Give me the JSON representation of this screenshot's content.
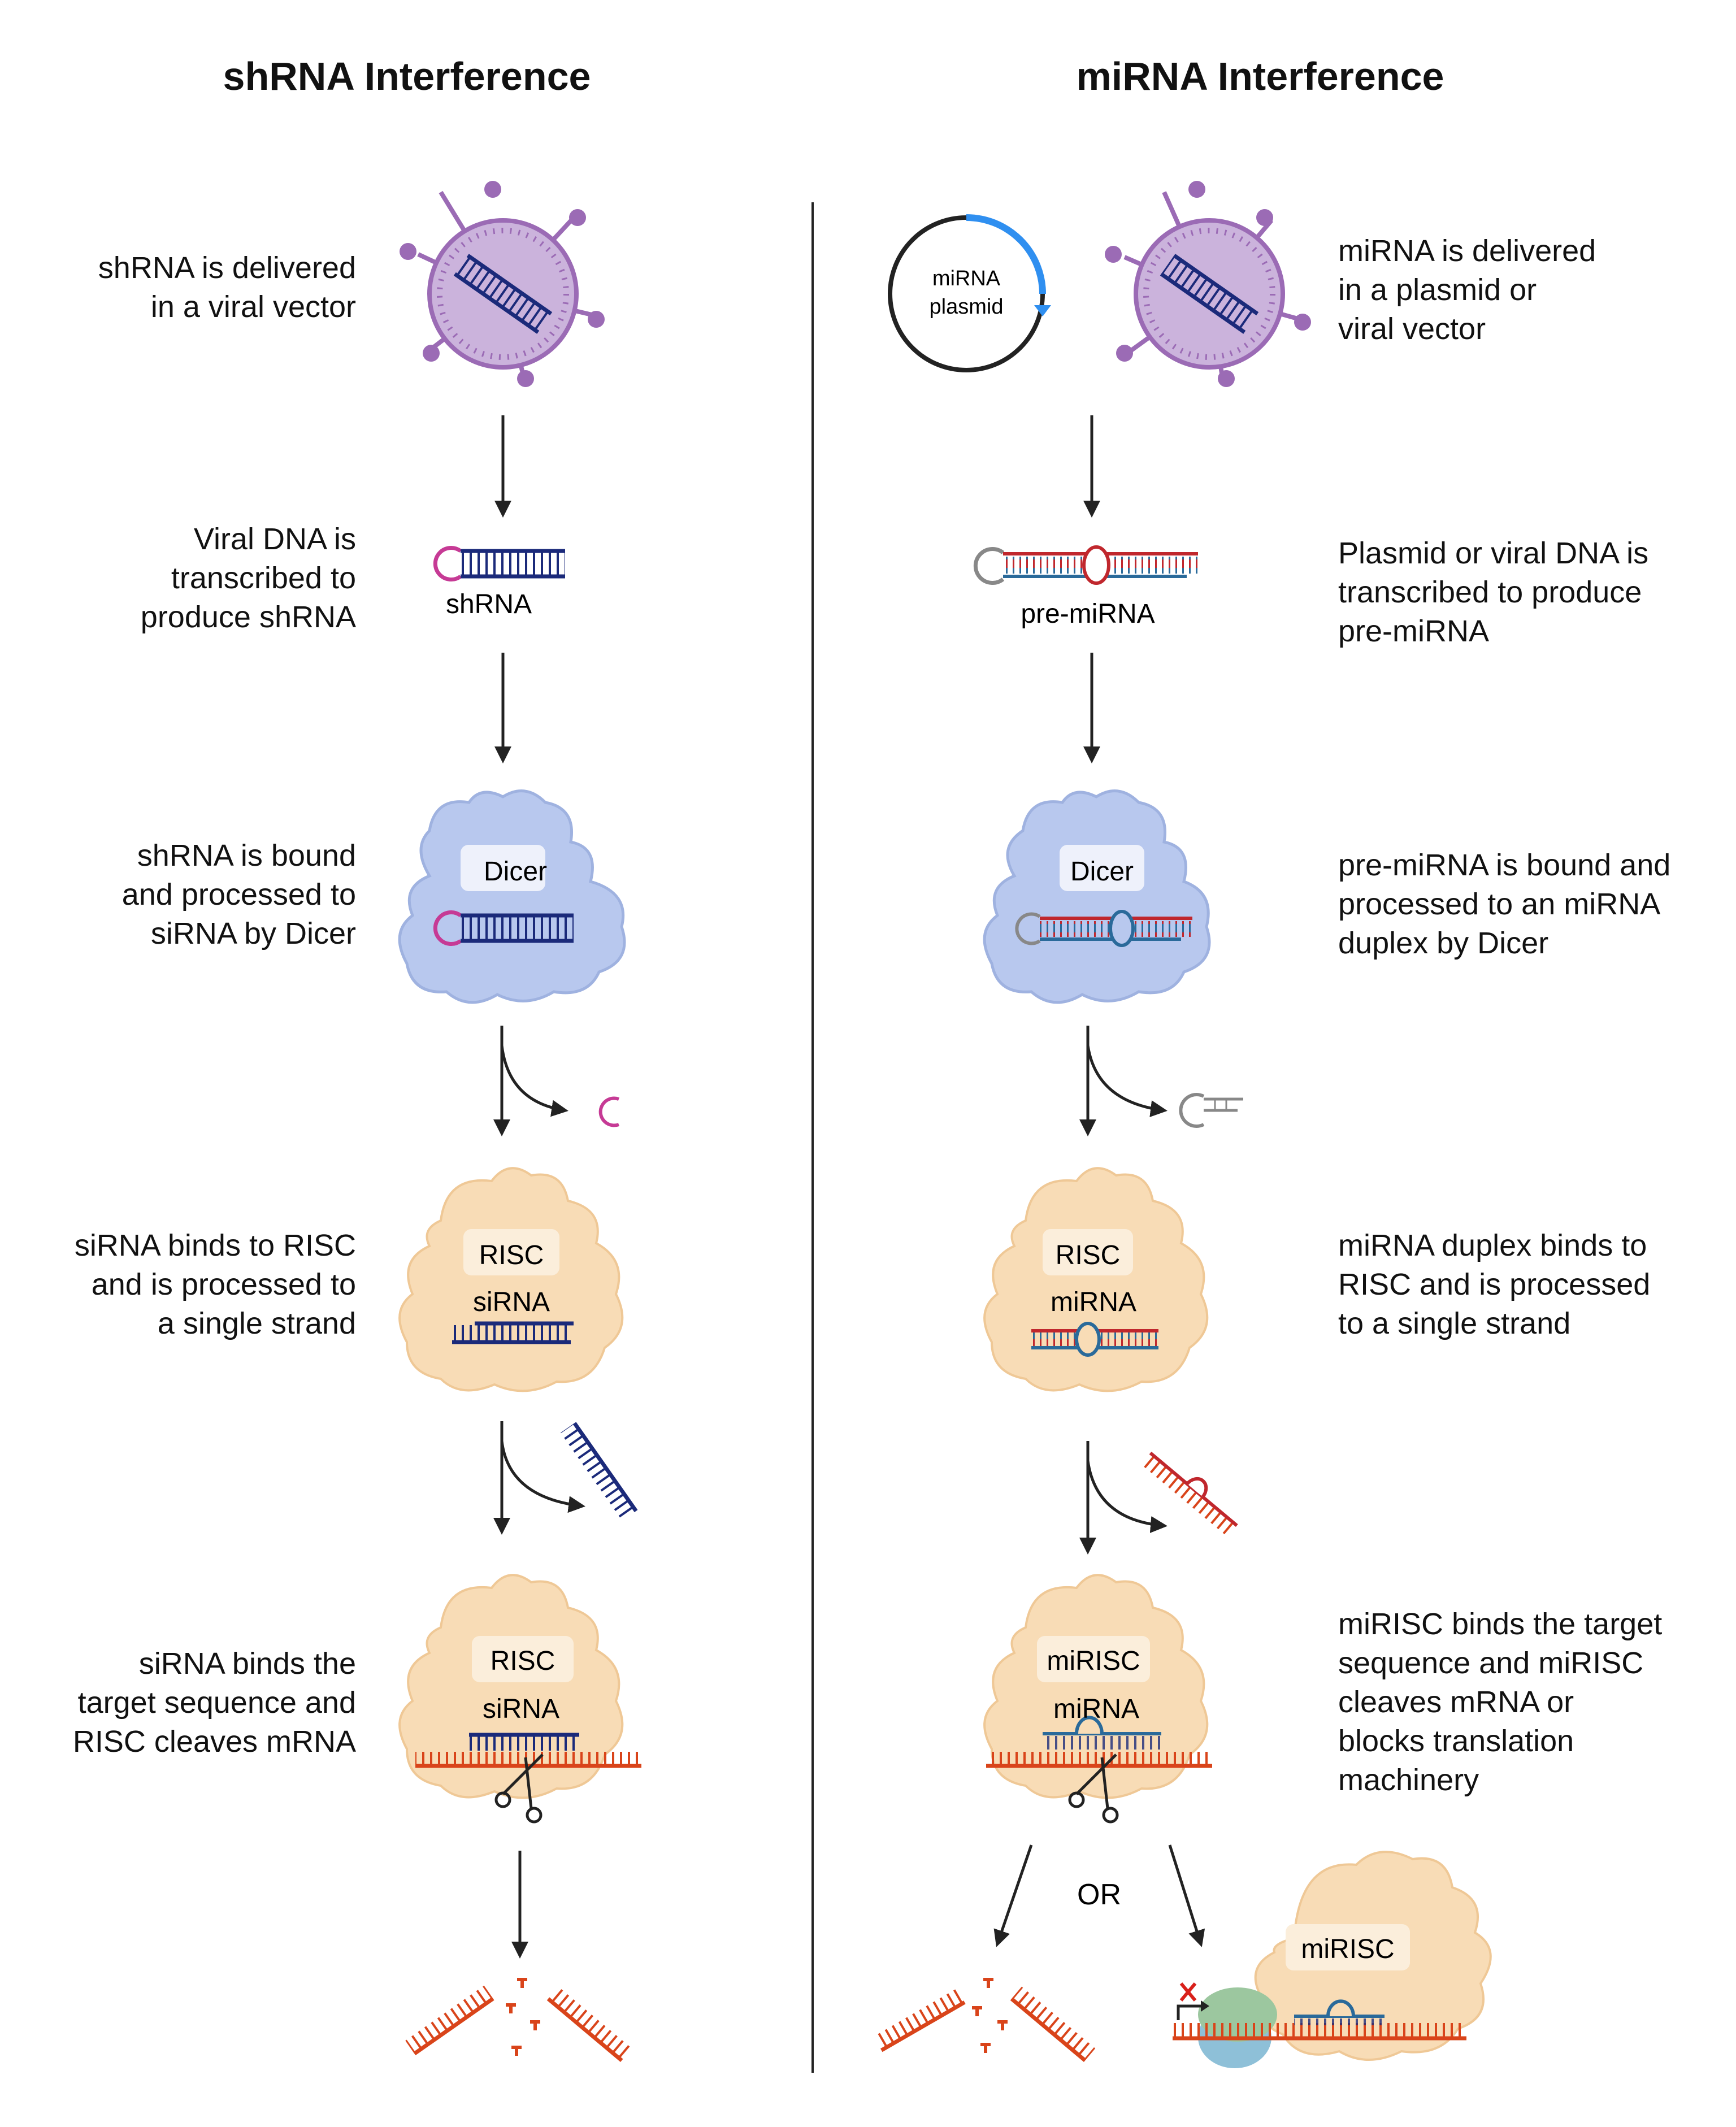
{
  "titles": {
    "left": "shRNA Interference",
    "right": "miRNA Interference"
  },
  "left_steps": [
    "shRNA is delivered\nin a viral vector",
    "Viral DNA is\ntranscribed to\nproduce shRNA",
    "shRNA is bound\nand processed to\nsiRNA by Dicer",
    "siRNA binds to RISC\nand is processed to\na single strand",
    "siRNA binds the\ntarget sequence and\nRISC cleaves mRNA"
  ],
  "right_steps": [
    "miRNA is delivered\nin a plasmid or\nviral vector",
    "Plasmid or viral DNA is\ntranscribed to produce\npre-miRNA",
    "pre-miRNA is bound and\nprocessed to an miRNA\nduplex by Dicer",
    "miRNA duplex binds to\nRISC and is processed\nto a single strand",
    "miRISC binds the target\nsequence and miRISC\ncleaves mRNA or\nblocks translation\nmachinery"
  ],
  "diagram_labels": {
    "plasmid_line1": "miRNA",
    "plasmid_line2": "plasmid",
    "shrna": "shRNA",
    "pre_mirna": "pre-miRNA",
    "dicer": "Dicer",
    "risc": "RISC",
    "sirna": "siRNA",
    "mirna": "miRNA",
    "mirisc": "miRISC",
    "or": "OR"
  },
  "colors": {
    "shrna_strand": "#1b2a7a",
    "loop": "#c63a95",
    "mrna": "#d9441a",
    "mirna_blue": "#2a6a9a",
    "mirna_red": "#c0272d",
    "virus": "#9b6bb5",
    "dicer": "#b8c8ee",
    "risc": "#f8dcb6",
    "plasmid_arc": "#2f8ff0",
    "ribosome_small": "#8ec0d8",
    "ribosome_large": "#9cc79f"
  }
}
